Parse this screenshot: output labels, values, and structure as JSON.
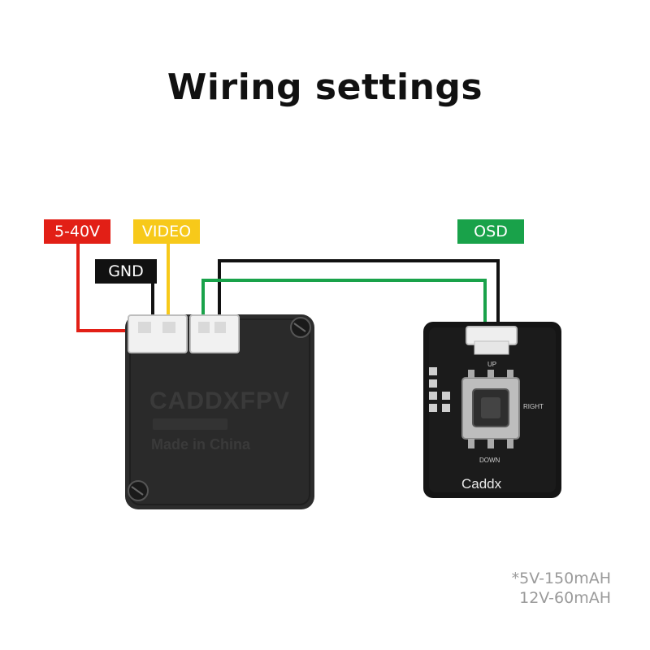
{
  "title": "Wiring settings",
  "labels": {
    "power": "5-40V",
    "video": "VIDEO",
    "gnd": "GND",
    "osd": "OSD"
  },
  "camera": {
    "brand": "CADDXFPV",
    "made_in": "Made in China"
  },
  "osd_board": {
    "brand": "Caddx",
    "up": "UP",
    "down": "DOWN",
    "right": "RIGHT"
  },
  "notes": [
    "*5V-150mAH",
    "12V-60mAH"
  ],
  "colors": {
    "power": "#e21f16",
    "video": "#f7c91a",
    "gnd": "#111111",
    "osd": "#19a24a"
  }
}
